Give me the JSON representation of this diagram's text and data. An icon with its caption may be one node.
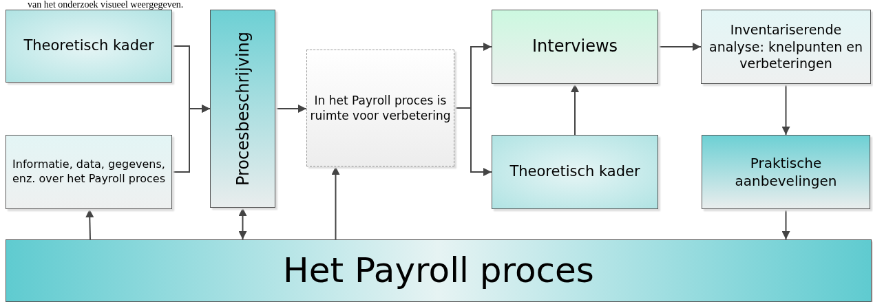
{
  "diagram": {
    "nodes": [
      {
        "text": [
          "Theoretisch kader"
        ]
      },
      {
        "text": [
          "Informatie, data, gegevens, enz. over het Payroll proces"
        ]
      },
      {
        "text": [
          "Procesbeschrijving"
        ]
      },
      {
        "text": [
          "In het Payroll proces is ruimte voor verbetering"
        ]
      },
      {
        "text": [
          "Interviews"
        ]
      },
      {
        "text": [
          "Theoretisch kader"
        ]
      },
      {
        "text": [
          "Inventariserende analyse: knelpunten en verbeteringen"
        ]
      },
      {
        "text": [
          "Praktische aanbevelingen"
        ]
      },
      {
        "text": [
          "Het Payroll proces"
        ]
      }
    ],
    "edges": [
      {
        "from": 0,
        "to": 2,
        "arrow": "to"
      },
      {
        "from": 1,
        "to": 2,
        "arrow": "to"
      },
      {
        "from": 2,
        "to": 3,
        "arrow": "to"
      },
      {
        "from": 3,
        "to": 4,
        "arrow": "to"
      },
      {
        "from": 3,
        "to": 5,
        "arrow": "to"
      },
      {
        "from": 5,
        "to": 4,
        "arrow": "to"
      },
      {
        "from": 4,
        "to": 6,
        "arrow": "to"
      },
      {
        "from": 6,
        "to": 7,
        "arrow": "to"
      },
      {
        "from": 7,
        "to": 8,
        "arrow": "to"
      },
      {
        "from": 8,
        "to": 1,
        "arrow": "to"
      },
      {
        "from": 8,
        "to": 2,
        "arrow": "both"
      },
      {
        "from": 8,
        "to": 3,
        "arrow": "to"
      }
    ],
    "labels": [
      "van het onderzoek visueel weergegeven."
    ]
  }
}
